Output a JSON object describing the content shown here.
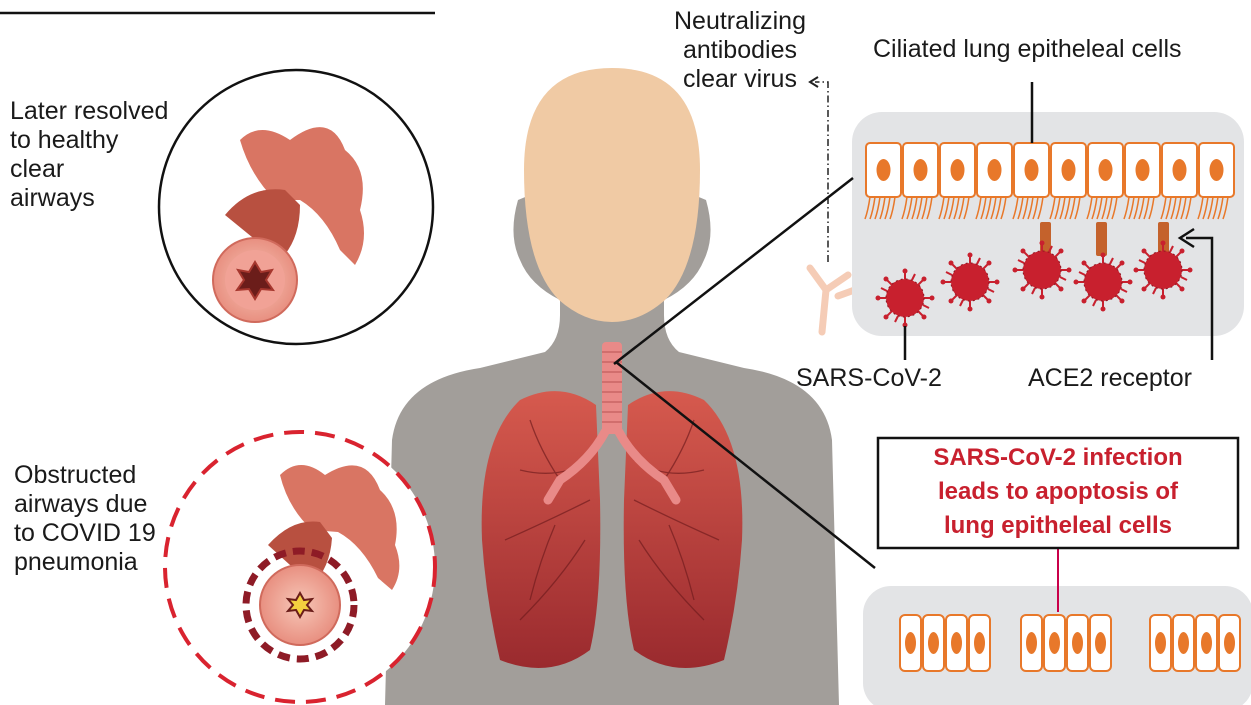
{
  "labels": {
    "later_resolved": "Later resolved\nto healthy\nclear\nairways",
    "obstructed": "Obstructed\nairways due\nto COVID 19\npneumonia",
    "neutralizing": "Neutralizing\nantibodies\nclear virus",
    "ciliated": "Ciliated lung epitheleal cells",
    "sars": "SARS-CoV-2",
    "ace2": "ACE2 receptor",
    "infection_box": "SARS-CoV-2 infection\nleads to apoptosis of\nlung epitheleal cells"
  },
  "colors": {
    "panel": "#e3e4e6",
    "cell_fill": "#ffffff",
    "cell_stroke": "#e8782a",
    "nucleus": "#e8782a",
    "virus": "#c8202e",
    "alert_red": "#c8202e",
    "body_gray": "#a29e9a",
    "head_skin": "#f0caa4",
    "lung": "#b8383a"
  },
  "icons": [
    "healthy-airway-icon",
    "obstructed-airway-icon",
    "antibody-icon",
    "virus-icon",
    "ace2-receptor-icon",
    "human-silhouette-icon",
    "lungs-icon"
  ]
}
